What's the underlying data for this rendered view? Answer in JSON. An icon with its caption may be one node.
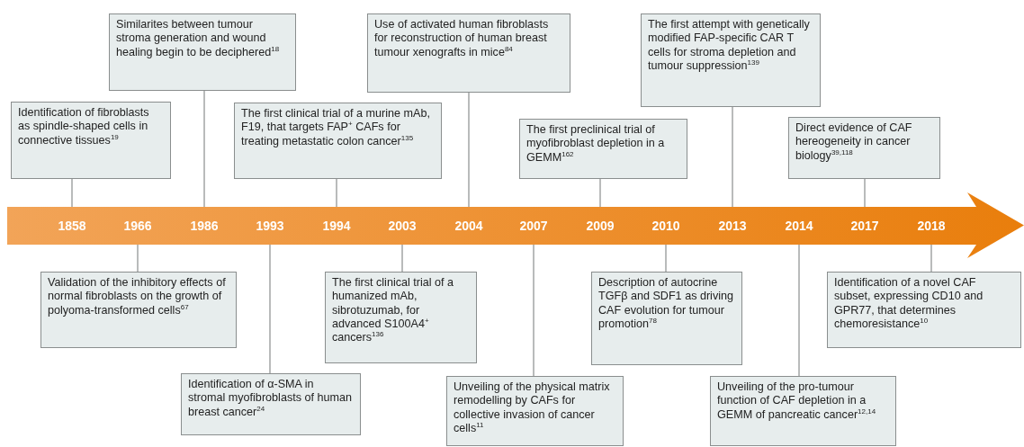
{
  "diagram": {
    "nodes": [
      {
        "text": [],
        "shape": "arrow"
      },
      {
        "text": [
          "1858"
        ],
        "in": 0
      },
      {
        "text": [
          "1966"
        ],
        "in": 0
      },
      {
        "text": [
          "1986"
        ],
        "in": 0
      },
      {
        "text": [
          "1993"
        ],
        "in": 0
      },
      {
        "text": [
          "1994"
        ],
        "in": 0
      },
      {
        "text": [
          "2003"
        ],
        "in": 0
      },
      {
        "text": [
          "2004"
        ],
        "in": 0
      },
      {
        "text": [
          "2007"
        ],
        "in": 0
      },
      {
        "text": [
          "2009"
        ],
        "in": 0
      },
      {
        "text": [
          "2010"
        ],
        "in": 0
      },
      {
        "text": [
          "2013"
        ],
        "in": 0
      },
      {
        "text": [
          "2014"
        ],
        "in": 0
      },
      {
        "text": [
          "2017"
        ],
        "in": 0
      },
      {
        "text": [
          "2018"
        ],
        "in": 0
      },
      {
        "text": [
          "Identification of fibroblasts as spindle-shaped cells in connective tissues$^{19}$"
        ]
      },
      {
        "text": [
          "Validation of the inhibitory effects of normal fibroblasts on the growth of polyoma-transformed cells$^{67}$"
        ]
      },
      {
        "text": [
          "Similarites between tumour stroma generation and wound healing begin to be deciphered$^{18}$"
        ]
      },
      {
        "text": [
          "Identification of α-SMA in stromal myofibroblasts of human breast cancer$^{24}$"
        ]
      },
      {
        "text": [
          "The first clinical trial of a murine mAb, F19, that targets FAP$^{+}$ CAFs for treating metastatic colon cancer$^{135}$"
        ]
      },
      {
        "text": [
          "The first clinical trial of a humanized mAb, sibrotuzumab, for advanced S100A4$^{+}$ cancers$^{136}$"
        ]
      },
      {
        "text": [
          "Use of activated human fibroblasts for reconstruction of human breast tumour xenografts in mice$^{84}$"
        ]
      },
      {
        "text": [
          "Unveiling of the physical matrix remodelling by CAFs for collective invasion of cancer cells$^{11}$"
        ]
      },
      {
        "text": [
          "The first preclinical trial of myofibroblast depletion in a GEMM$^{162}$"
        ]
      },
      {
        "text": [
          "Description of autocrine TGFβ and SDF1 as driving CAF evolution for tumour promotion$^{78}$"
        ]
      },
      {
        "text": [
          "The first attempt with genetically modified FAP-specific CAR T cells for stroma depletion and tumour suppression$^{139}$"
        ]
      },
      {
        "text": [
          "Unveiling of the pro-tumour function of CAF depletion in a GEMM of pancreatic cancer$^{12,14}$"
        ]
      },
      {
        "text": [
          "Direct evidence of CAF hereogeneity in cancer biology$^{39,118}$"
        ]
      },
      {
        "text": [
          "Identification of a novel CAF subset, expressing CD10 and GPR77, that determines chemoresistance$^{10}$"
        ]
      }
    ],
    "edges": [
      {
        "from": 15,
        "to": 1,
        "arrow": "none"
      },
      {
        "from": 16,
        "to": 2,
        "arrow": "none"
      },
      {
        "from": 17,
        "to": 3,
        "arrow": "none"
      },
      {
        "from": 18,
        "to": 4,
        "arrow": "none"
      },
      {
        "from": 19,
        "to": 5,
        "arrow": "none"
      },
      {
        "from": 20,
        "to": 6,
        "arrow": "none"
      },
      {
        "from": 21,
        "to": 7,
        "arrow": "none"
      },
      {
        "from": 22,
        "to": 8,
        "arrow": "none"
      },
      {
        "from": 23,
        "to": 9,
        "arrow": "none"
      },
      {
        "from": 24,
        "to": 10,
        "arrow": "none"
      },
      {
        "from": 25,
        "to": 11,
        "arrow": "none"
      },
      {
        "from": 26,
        "to": 12,
        "arrow": "none"
      },
      {
        "from": 27,
        "to": 13,
        "arrow": "none"
      },
      {
        "from": 28,
        "to": 14,
        "arrow": "none"
      }
    ]
  }
}
